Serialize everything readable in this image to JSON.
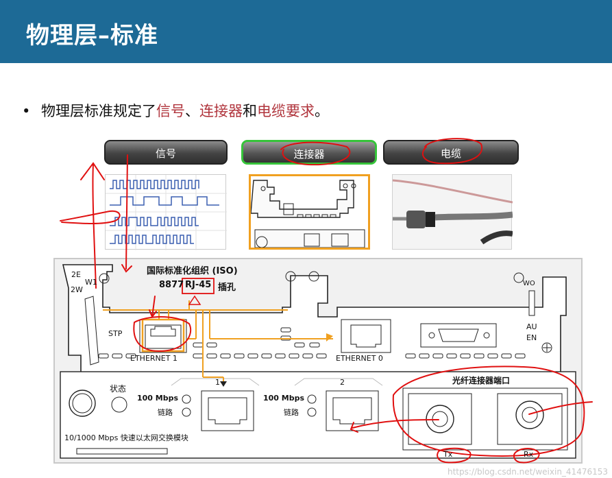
{
  "slide": {
    "title": "物理层–标准",
    "bullet": {
      "dot": "•",
      "prefix": "物理层标准规定了",
      "term1": "信号",
      "sep1": "、",
      "term2": "连接器",
      "sep2": "和",
      "term3": "电缆要求",
      "suffix": "。"
    }
  },
  "tabs": [
    {
      "label": "信号",
      "active": false
    },
    {
      "label": "连接器",
      "active": true
    },
    {
      "label": "电缆",
      "active": false
    }
  ],
  "diagram": {
    "iso_label": "国际标准化组织 (ISO)",
    "rj45_prefix": "8877",
    "rj45": "RJ-45",
    "rj45_suffix": "插孔",
    "label_2e": "2E",
    "label_w1": "W1",
    "label_2w": "2W",
    "label_stp": "STP",
    "label_wo": "WO",
    "label_au": "AU",
    "label_en": "EN",
    "ethernet1": "ETHERNET 1",
    "ethernet0": "ETHERNET 0",
    "status": "状态",
    "speed1": "100 Mbps",
    "link1": "链路",
    "speed2": "100 Mbps",
    "link2": "链路",
    "port1": "1",
    "port2": "2",
    "module": "10/1000 Mbps 快速以太网交换模块",
    "fiber": "光纤连接器端口",
    "tx": "Tx",
    "rx": "Rx"
  },
  "watermark": "https://blog.csdn.net/weixin_41476153",
  "colors": {
    "titlebar": "#1d6a96",
    "accent_red": "#b0343c",
    "highlight_orange": "#f0a020",
    "annotation_red": "#e01010",
    "active_tab_border": "#36c43a"
  }
}
